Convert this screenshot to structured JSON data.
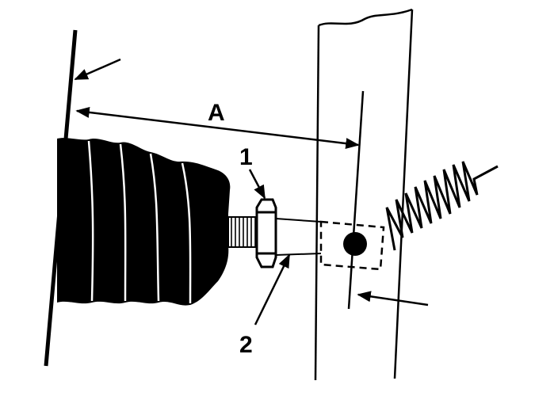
{
  "labels": {
    "dimension": "A",
    "callout_1": "1",
    "callout_2": "2"
  },
  "colors": {
    "ink": "#000000",
    "paper": "#ffffff"
  }
}
